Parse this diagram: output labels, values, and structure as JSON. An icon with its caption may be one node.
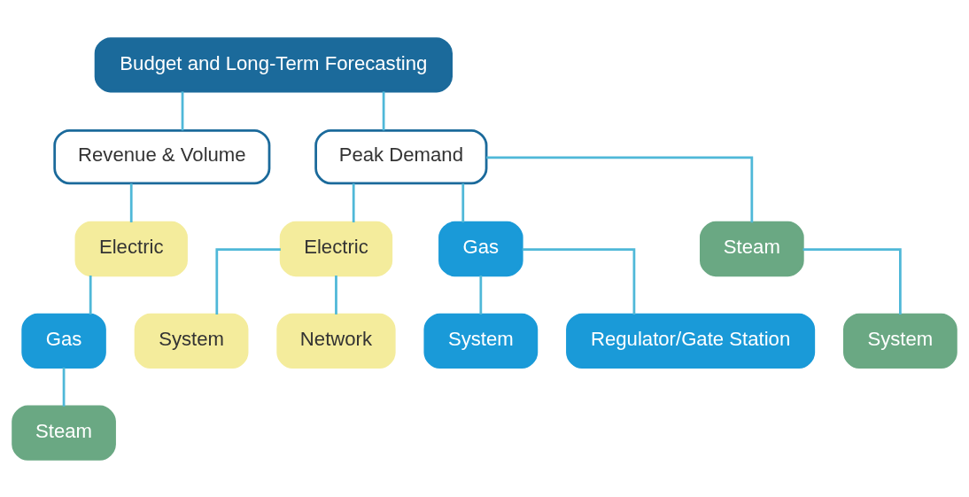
{
  "diagram": {
    "nodes": [
      {
        "text": [
          "Budget and Long-Term Forecasting"
        ]
      },
      {
        "text": [
          "Revenue & Volume"
        ]
      },
      {
        "text": [
          "Peak Demand"
        ]
      },
      {
        "text": [
          "Electric"
        ]
      },
      {
        "text": [
          "Gas"
        ]
      },
      {
        "text": [
          "Steam"
        ]
      },
      {
        "text": [
          "Electric"
        ]
      },
      {
        "text": [
          "Gas"
        ]
      },
      {
        "text": [
          "Steam"
        ]
      },
      {
        "text": [
          "System"
        ]
      },
      {
        "text": [
          "Network"
        ]
      },
      {
        "text": [
          "System"
        ]
      },
      {
        "text": [
          "Regulator/Gate Station"
        ]
      },
      {
        "text": [
          "System"
        ]
      }
    ],
    "edges": [
      {
        "from": 0,
        "to": 1,
        "arrow": "none"
      },
      {
        "from": 0,
        "to": 2,
        "arrow": "none"
      },
      {
        "from": 1,
        "to": 3,
        "arrow": "none"
      },
      {
        "from": 3,
        "to": 4,
        "arrow": "none"
      },
      {
        "from": 4,
        "to": 5,
        "arrow": "none"
      },
      {
        "from": 2,
        "to": 6,
        "arrow": "none"
      },
      {
        "from": 2,
        "to": 7,
        "arrow": "none"
      },
      {
        "from": 2,
        "to": 8,
        "arrow": "none"
      },
      {
        "from": 6,
        "to": 9,
        "arrow": "none"
      },
      {
        "from": 6,
        "to": 10,
        "arrow": "none"
      },
      {
        "from": 7,
        "to": 11,
        "arrow": "none"
      },
      {
        "from": 7,
        "to": 12,
        "arrow": "none"
      },
      {
        "from": 8,
        "to": 13,
        "arrow": "none"
      }
    ]
  }
}
